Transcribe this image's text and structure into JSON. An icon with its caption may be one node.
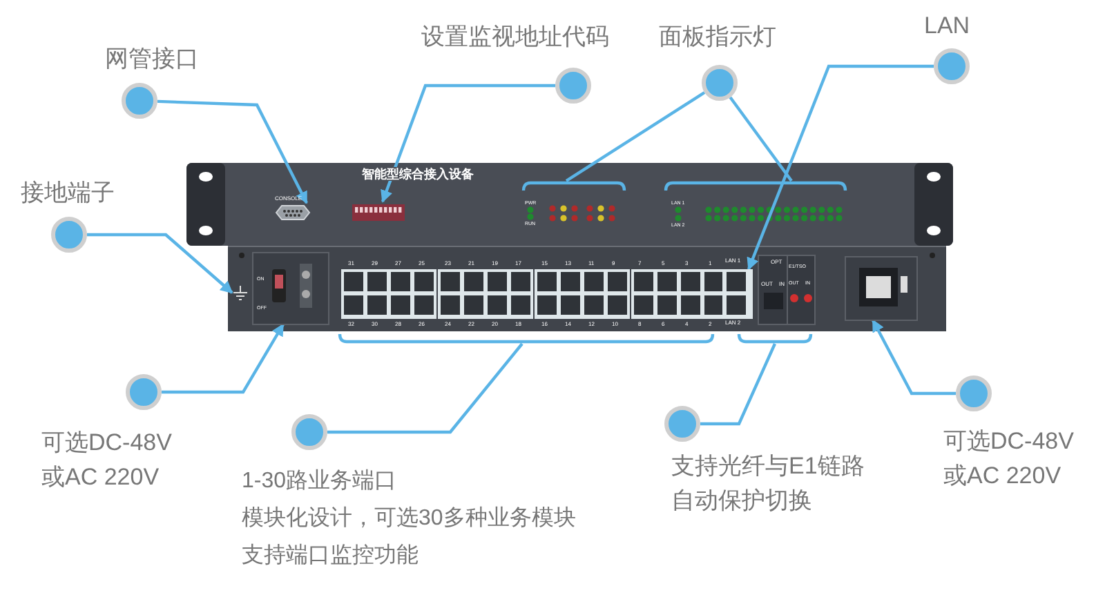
{
  "diagram": {
    "nodes": [
      {
        "text": [
          "网管接口"
        ]
      },
      {
        "text": [
          "设置监视地址代码"
        ]
      },
      {
        "text": [
          "面板指示灯"
        ]
      },
      {
        "text": [
          "LAN"
        ]
      },
      {
        "text": [
          "接地端子"
        ]
      },
      {
        "text": [
          "可选DC-48V 或AC 220V"
        ]
      },
      {
        "text": [
          "1-30路业务端口",
          "模块化设计，可选30多种业务模块",
          "支持端口监控功能"
        ]
      },
      {
        "text": [
          "支持光纤与E1链路自动保护切换"
        ]
      },
      {
        "text": [
          "可选DC-48V 或AC 220V"
        ]
      },
      {
        "text": [],
        "shape": "picture"
      },
      {
        "text": [],
        "shape": "picture"
      },
      {
        "text": [],
        "shape": "bar"
      },
      {
        "text": [],
        "shape": "bar"
      },
      {
        "text": [],
        "shape": "picture"
      },
      {
        "text": [],
        "shape": "picture"
      },
      {
        "text": [],
        "shape": "picture"
      },
      {
        "text": [],
        "shape": "bar"
      },
      {
        "text": [],
        "shape": "bar"
      },
      {
        "text": [],
        "shape": "picture"
      }
    ],
    "edges": [
      {
        "from": 0,
        "to": 9,
        "arrow": "to"
      },
      {
        "from": 1,
        "to": 10,
        "arrow": "to"
      },
      {
        "from": 2,
        "to": 11,
        "arrow": "none"
      },
      {
        "from": 2,
        "to": 12,
        "arrow": "none"
      },
      {
        "from": 3,
        "to": 13,
        "arrow": "to"
      },
      {
        "from": 4,
        "to": 14,
        "arrow": "to"
      },
      {
        "from": 5,
        "to": 15,
        "arrow": "to"
      },
      {
        "from": 6,
        "to": 16,
        "arrow": "none"
      },
      {
        "from": 7,
        "to": 17,
        "arrow": "none"
      },
      {
        "from": 8,
        "to": 18,
        "arrow": "to"
      }
    ],
    "labels": [
      "智能型综合接入设备",
      "CONSOLE",
      "31",
      "29",
      "27",
      "25",
      "23",
      "21",
      "19",
      "17",
      "15",
      "13",
      "11",
      "9",
      "7",
      "5",
      "3",
      "1",
      "32",
      "30",
      "28",
      "26",
      "24",
      "22",
      "20",
      "18",
      "16",
      "14",
      "12",
      "10",
      "8",
      "6",
      "4",
      "2",
      "LAN 1",
      "LAN 2",
      "PWR",
      "RUN",
      "LAN 1",
      "LAN 2",
      "OPT",
      "OUT",
      "IN",
      "E1/TSO",
      "OUT",
      "IN",
      "ON",
      "OFF"
    ]
  }
}
